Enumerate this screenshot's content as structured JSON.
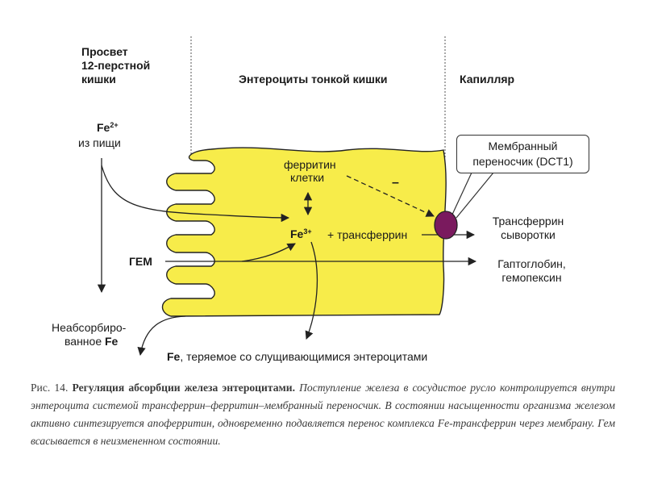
{
  "header": {
    "lumen_line1": "Просвет",
    "lumen_line2": "12-перстной",
    "lumen_line3": "кишки",
    "enterocytes": "Энтероциты тонкой кишки",
    "capillary": "Капилляр"
  },
  "labels": {
    "fe_food_symbol": "Fe",
    "fe_food_charge": "2+",
    "fe_food_text": "из пищи",
    "ferritin_line1": "ферритин",
    "ferritin_line2": "клетки",
    "minus_sign": "–",
    "fe3_symbol": "Fe",
    "fe3_charge": "3+",
    "fe3_plus": "+ трансферрин",
    "heme": "ГЕМ",
    "unabsorbed_line1": "Неабсорбиро-",
    "unabsorbed_line2": "ванное",
    "unabsorbed_fe": "Fe",
    "transporter_line1": "Мембранный",
    "transporter_line2": "переносчик (DCT1)",
    "transferrin_line1": "Трансферрин",
    "transferrin_line2": "сыворотки",
    "haptoglobin_line1": "Гаптоглобин,",
    "haptoglobin_line2": "гемопексин",
    "shed_fe": "Fe",
    "shed_text": ", теряемое со слущивающимися энтероцитами"
  },
  "caption": {
    "number": "Рис. 14.",
    "title": "Регуляция абсорбции железа энтероцитами.",
    "body": "Поступление железа в сосудистое русло контролируется внутри энтероцита системой трансферрин–ферритин–мембранный переносчик. В состоянии насыщенности организма железом активно синтезируется апоферритин, одновременно подавляется перенос комплекса Fe-трансферрин через мембрану. Гем всасывается в неизмененном состоянии."
  },
  "colors": {
    "cell_fill": "#f7ec4a",
    "cell_stroke": "#222222",
    "transporter_fill": "#7a1a5e",
    "line": "#222222"
  }
}
